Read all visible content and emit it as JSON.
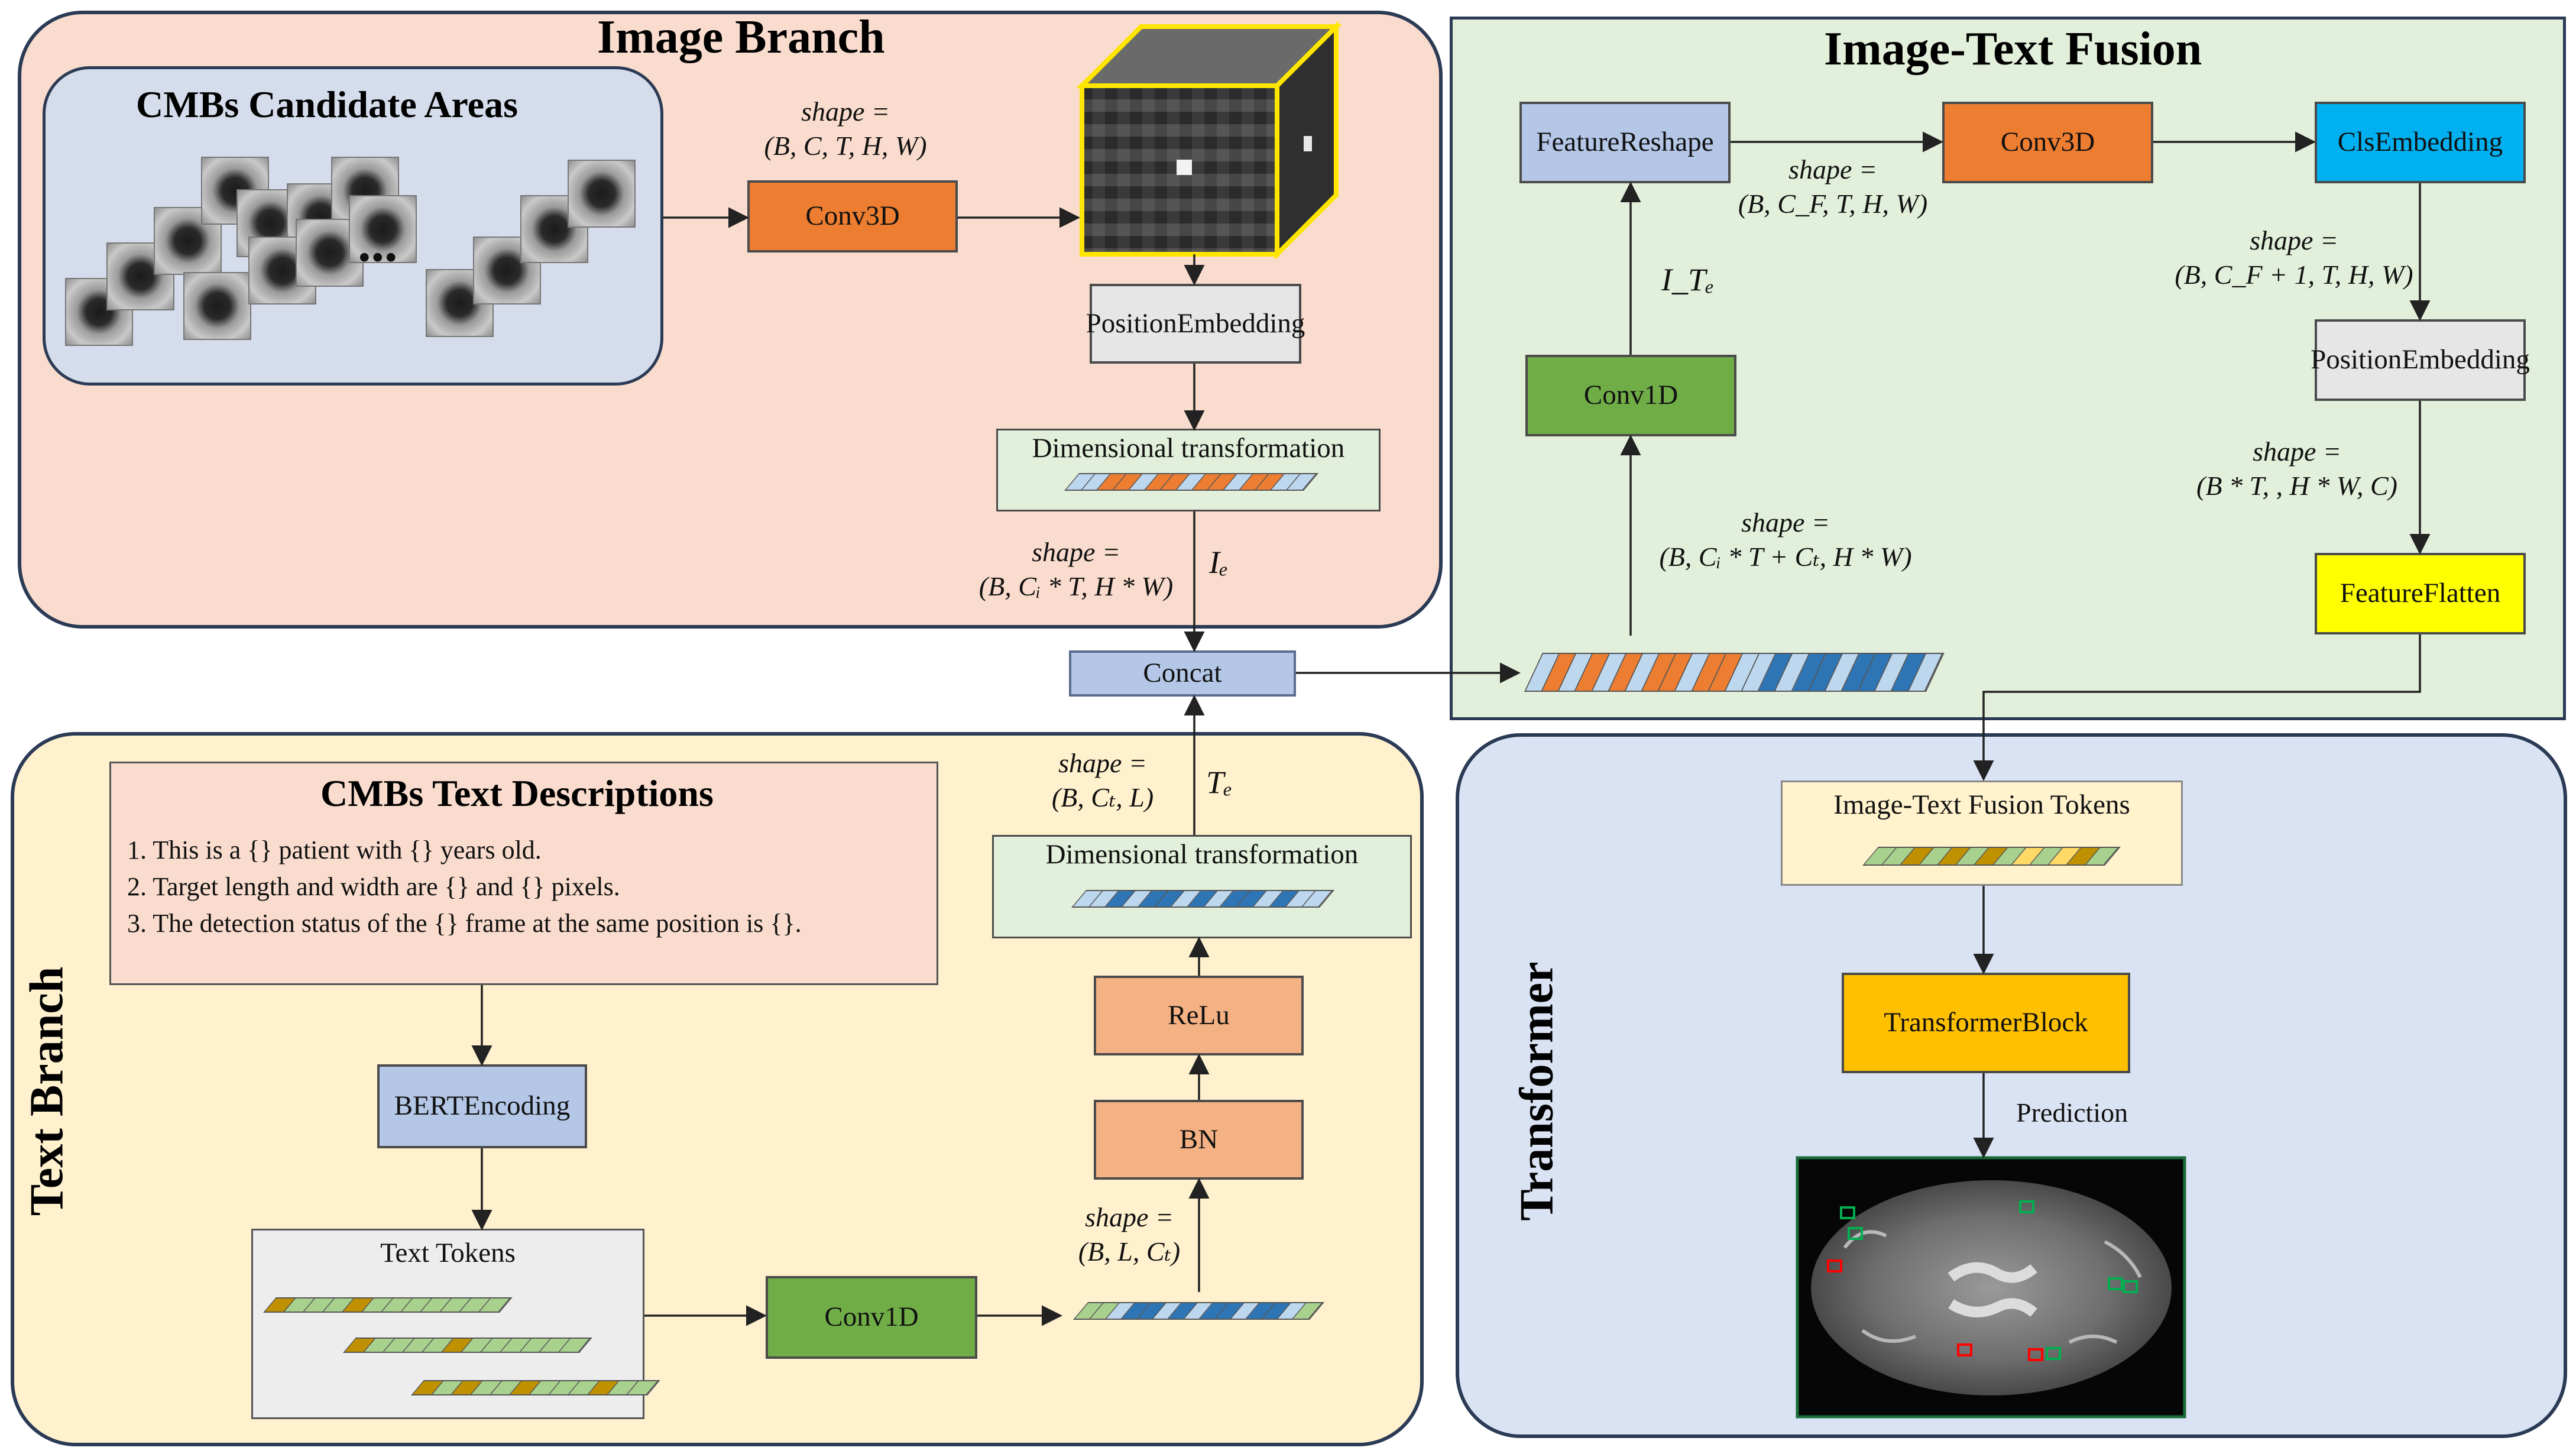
{
  "image_branch": {
    "title": "Image Branch",
    "candidate_areas": {
      "title": "CMBs Candidate Areas",
      "ellipsis": "..."
    },
    "shape_in": {
      "line1": "shape =",
      "line2": "(B, C, T, H, W)"
    },
    "conv3d": "Conv3D",
    "position_embedding": {
      "line1": "Position",
      "line2": "Embedding"
    },
    "dimensional_transformation": "Dimensional transformation",
    "shape_out": {
      "line1": "shape =",
      "line2": "(B, Cᵢ * T, H * W)"
    },
    "output_label": "Iₑ"
  },
  "concat": "Concat",
  "text_branch": {
    "title": "Text Branch",
    "descriptions": {
      "title": "CMBs Text Descriptions",
      "line1": "1. This is a  {}  patient with {} years old.",
      "line2": "2. Target length and width are {} and {} pixels.",
      "line3": "3. The detection status of the {} frame at the same position is {}."
    },
    "bert": {
      "line1": "BERT",
      "line2": "Encoding"
    },
    "text_tokens": "Text Tokens",
    "conv1d": "Conv1D",
    "shape_conv": {
      "line1": "shape =",
      "line2": "(B, L, Cₜ)"
    },
    "bn": "BN",
    "relu": "ReLu",
    "dimensional_transformation": "Dimensional transformation",
    "shape_out": {
      "line1": "shape =",
      "line2": "(B, Cₜ, L)"
    },
    "output_label": "Tₑ"
  },
  "fusion": {
    "title": "Image-Text Fusion",
    "feature_reshape": {
      "line1": "Feature",
      "line2": "Reshape"
    },
    "shape_reshape": {
      "line1": "shape =",
      "line2": "(B, C_F, T, H, W)"
    },
    "conv3d": "Conv3D",
    "cls_embedding": {
      "line1": "Cls",
      "line2": "Embedding"
    },
    "shape_cls": {
      "line1": "shape =",
      "line2": "(B, C_F + 1, T, H, W)"
    },
    "position_embedding": {
      "line1": "Position",
      "line2": "Embedding"
    },
    "shape_position": {
      "line1": "shape =",
      "line2": "(B * T, , H * W, C)"
    },
    "feature_flatten": {
      "line1": "Feature",
      "line2": "Flatten"
    },
    "conv1d": "Conv1D",
    "ite_label": "I_Tₑ",
    "shape_concat": {
      "line1": "shape =",
      "line2": "(B, Cᵢ * T + Cₜ, H * W)"
    }
  },
  "transformer": {
    "title": "Transformer",
    "fusion_tokens": "Image-Text Fusion Tokens",
    "block": {
      "line1": "Transformer",
      "line2": "Block"
    },
    "prediction": "Prediction"
  },
  "colors": {
    "image_token": "#ed7d31",
    "text_token": "#2e75b6",
    "neutral_token": "#bdd7ee",
    "grey_token": "#d0cece",
    "green_token": "#a9d18e",
    "gold_token": "#bf9000",
    "yellow_token": "#ffd966",
    "marker_green": "#00b050",
    "marker_red": "#ff0000"
  }
}
